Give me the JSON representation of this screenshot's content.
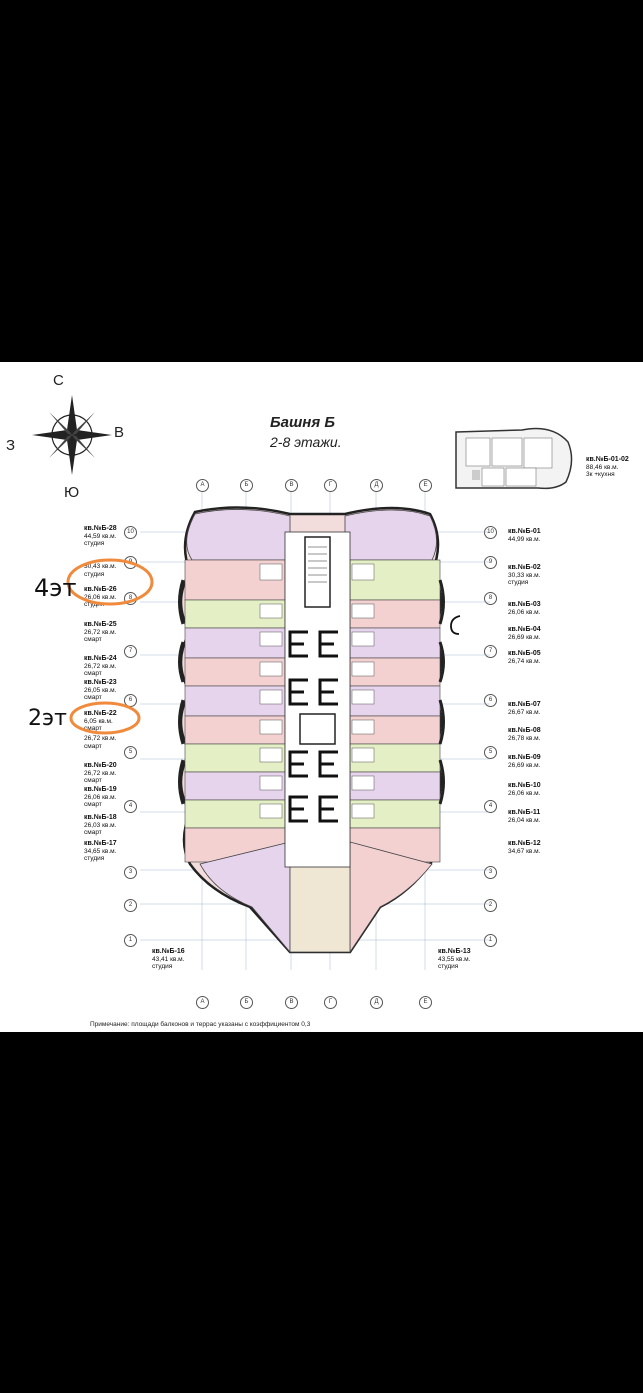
{
  "compass": {
    "north": "С",
    "south": "Ю",
    "west": "З",
    "east": "В"
  },
  "title": {
    "line1": "Башня Б",
    "line2": "2-8 этажи."
  },
  "inset": {
    "number": "кв.№Б-01-02",
    "area": "88,46 кв.м.",
    "type": "3к +кухня"
  },
  "left_units": [
    {
      "number": "кв.№Б-28",
      "area": "44,59 кв.м.",
      "type": "студия"
    },
    {
      "number": "",
      "area": "30,43 кв.м.",
      "type": "студия"
    },
    {
      "number": "кв.№Б-26",
      "area": "26,06 кв.м.",
      "type": "студия"
    },
    {
      "number": "кв.№Б-25",
      "area": "26,72 кв.м.",
      "type": "смарт"
    },
    {
      "number": "кв.№Б-24",
      "area": "26,72 кв.м.",
      "type": "смарт"
    },
    {
      "number": "кв.№Б-23",
      "area": "26,05 кв.м.",
      "type": "смарт"
    },
    {
      "number": "кв.№Б-22",
      "area": "6,05 кв.м.",
      "type": "смарт"
    },
    {
      "number": "",
      "area": "26,72 кв.м.",
      "type": "смарт"
    },
    {
      "number": "кв.№Б-20",
      "area": "26,72 кв.м.",
      "type": "смарт"
    },
    {
      "number": "кв.№Б-19",
      "area": "26,06 кв.м.",
      "type": "смарт"
    },
    {
      "number": "кв.№Б-18",
      "area": "26,03 кв.м.",
      "type": "смарт"
    },
    {
      "number": "кв.№Б-17",
      "area": "34,65 кв.м.",
      "type": "студия"
    }
  ],
  "right_units": [
    {
      "number": "кв.№Б-01",
      "area": "44,99 кв.м.",
      "type": ""
    },
    {
      "number": "кв.№Б-02",
      "area": "30,33 кв.м.",
      "type": "студия"
    },
    {
      "number": "кв.№Б-03",
      "area": "26,06 кв.м.",
      "type": ""
    },
    {
      "number": "кв.№Б-04",
      "area": "26,69 кв.м.",
      "type": ""
    },
    {
      "number": "кв.№Б-05",
      "area": "26,74 кв.м.",
      "type": ""
    },
    {
      "number": "кв.№Б-07",
      "area": "26,67 кв.м.",
      "type": ""
    },
    {
      "number": "кв.№Б-08",
      "area": "26,78 кв.м.",
      "type": ""
    },
    {
      "number": "кв.№Б-09",
      "area": "26,69 кв.м.",
      "type": ""
    },
    {
      "number": "кв.№Б-10",
      "area": "26,06 кв.м.",
      "type": ""
    },
    {
      "number": "кв.№Б-11",
      "area": "26,04 кв.м.",
      "type": ""
    },
    {
      "number": "кв.№Б-12",
      "area": "34,67 кв.м.",
      "type": ""
    }
  ],
  "bottom_units": [
    {
      "number": "кв.№Б-16",
      "area": "43,41 кв.м.",
      "type": "студия"
    },
    {
      "number": "кв.№Б-13",
      "area": "43,55 кв.м.",
      "type": "студия"
    }
  ],
  "axes_letters": [
    "А",
    "Б",
    "В",
    "Г",
    "Д",
    "Е"
  ],
  "axes_numbers": [
    "10",
    "9",
    "8",
    "7",
    "6",
    "5",
    "4",
    "3",
    "2",
    "1"
  ],
  "note": "Примечание: площади балконов и террас указаны с коэффициентом 0,3",
  "handwriting": {
    "mark_top": "4эт",
    "mark_bottom": "2эт"
  },
  "colors": {
    "studio": "#e8d7ee",
    "smart": "#f4d2d2",
    "green": "#e6efc8",
    "core": "#ffffff",
    "highlight": "#f08a3c"
  }
}
